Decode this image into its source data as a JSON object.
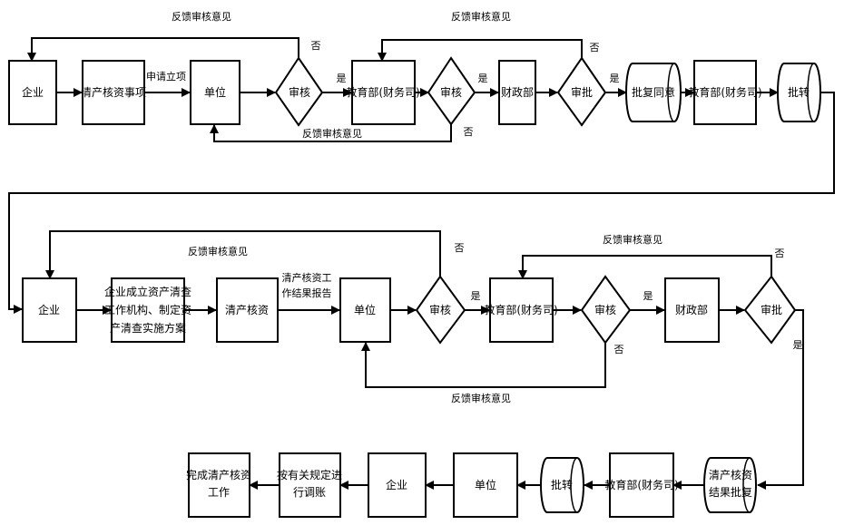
{
  "row1": {
    "enterprise": "企业",
    "verify_items": "清产核资事项",
    "apply_label": "申请立项",
    "unit": "单位",
    "review": "审核",
    "yes1": "是",
    "edu_finance": "教育部(财务司)",
    "review2": "审核",
    "yes2": "是",
    "finance_ministry": "财政部",
    "approve": "审批",
    "yes3": "是",
    "approval_agreed": "批复同意",
    "edu_finance2": "教育部(财务司)",
    "forward": "批转",
    "fb_top1": "反馈审核意见",
    "no_top1": "否",
    "fb_top2": "反馈审核意见",
    "no_top2": "否",
    "fb_bottom": "反馈审核意见",
    "no_bottom": "否"
  },
  "row2": {
    "enterprise": "企业",
    "setup_line1": "企业成立资产清查",
    "setup_line2": "工作机构、制定资",
    "setup_line3": "产清查实施方案",
    "verify": "清产核资",
    "report_line1": "清产核资工",
    "report_line2": "作结果报告",
    "unit": "单位",
    "review": "审核",
    "yes1": "是",
    "edu_finance": "教育部(财务司)",
    "review2": "审核",
    "yes2": "是",
    "finance_ministry": "财政部",
    "approve": "审批",
    "yes3": "是",
    "fb_top_left": "反馈审核意见",
    "no_top_left": "否",
    "fb_top_right": "反馈审核意见",
    "no_top_right": "否",
    "fb_bottom": "反馈审核意见",
    "no_bottom": "否"
  },
  "row3": {
    "result_line1": "清产核资",
    "result_line2": "结果批复",
    "edu_finance": "教育部(财务司)",
    "forward": "批转",
    "unit": "单位",
    "enterprise": "企业",
    "adjust_line1": "按有关规定进",
    "adjust_line2": "行调账",
    "complete_line1": "完成清产核资",
    "complete_line2": "工作"
  }
}
